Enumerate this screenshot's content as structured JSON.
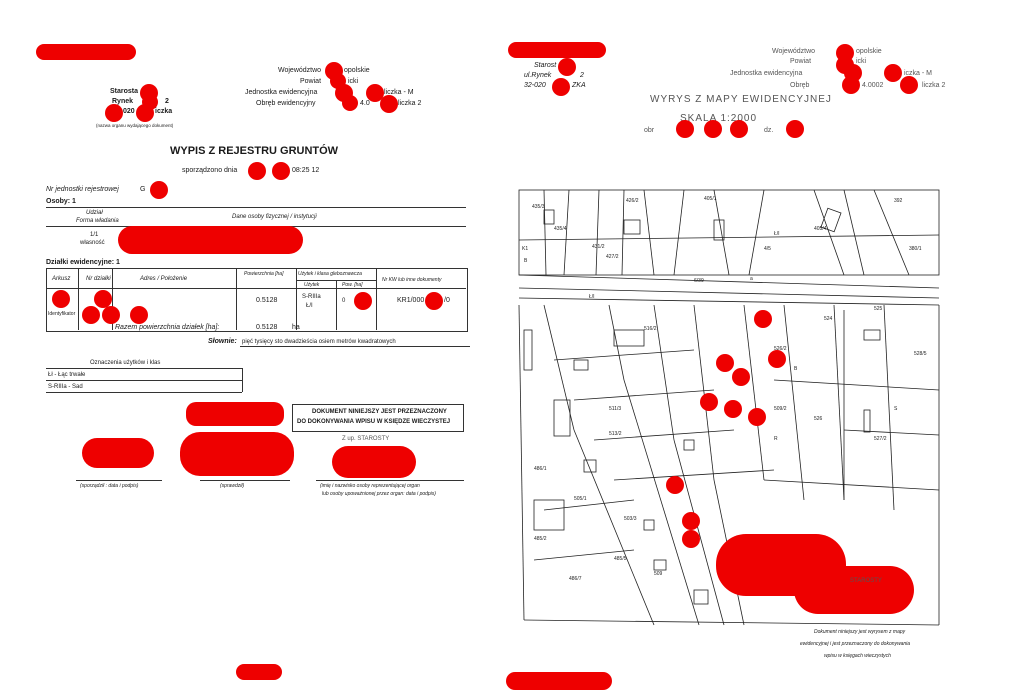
{
  "left": {
    "header_left": {
      "line1": "Starosta",
      "line2": "Rynek",
      "line3": "2",
      "line4": "020",
      "line5": "iczka",
      "small_note": "(nazwa organu wydającego dokument)"
    },
    "header_right": {
      "wojewodztwo": "Województwo",
      "wojewodztwo_suffix": "opolskie",
      "powiat": "Powiat",
      "powiat_suffix": "icki",
      "jednostka": "Jednostka ewidencyjna",
      "jednostka_suffix": "liczka - M",
      "obreb": "Obręb ewidencyjny",
      "obreb_mid": "4.0",
      "obreb_suffix": "liczka 2"
    },
    "title": "WYPIS Z REJESTRU GRUNTÓW",
    "date_label": "sporządzono dnia",
    "time": "08:25 12",
    "nr_jednostki": "Nr jednostki rejestrowej",
    "nr_jednostki_suffix": "G",
    "osoby": "Osoby: 1",
    "owner_cols": [
      "Udział",
      "Forma władania",
      "Dane osoby fizycznej / instytucji"
    ],
    "owner_row": {
      "share": "1/1",
      "form": "własność"
    },
    "dzialki": "Działki ewidencyjne: 1",
    "parcel_cols": [
      "Arkusz",
      "Nr działki",
      "Adres / Położenie",
      "Powierzchnia [ha]",
      "Użytek i klasa gleboznawcza",
      "Użytek",
      "Pow. [ha]",
      "Nr KW lub inne dokumenty"
    ],
    "parcel_row": {
      "ident": "Identyfikator",
      "area": "0.5128",
      "use1": "S-RIIIa",
      "use2": "Ł/I",
      "area2": "0",
      "kw": "KR1/000",
      "kw_suffix": "/0"
    },
    "total_label": "Razem powierzchnia działek [ha]:",
    "total_value": "0.5128",
    "total_unit": "ha",
    "slownie_label": "Słownie:",
    "slownie_value": "pięć tysięcy sto dwadzieścia osiem metrów kwadratowych",
    "legend_title": "Oznaczenia użytków i klas",
    "legend_items": [
      "Łł - Łąc trwałe",
      "S-RIIIa - Sad"
    ],
    "stamp_line1": "DOKUMENT NINIEJSZY JEST PRZEZNACZONY",
    "stamp_line2": "DO DOKONYWANIA WPISU W KSIĘDZE WIECZYSTEJ",
    "starosty": "Z up. STAROSTY",
    "sig_left": "(sporządził : data i podpis)",
    "sig_mid": "(sprawdził)",
    "sig_right1": "(imię i nazwisko osoby reprezentującej organ",
    "sig_right2": "lub osoby upoważnionej przez organ: data i podpis)"
  },
  "right": {
    "header_left": {
      "line1": "Starost",
      "line2": "ul.Rynek",
      "line2b": "2",
      "line3": "32-020",
      "line3b": "ZKA"
    },
    "header_right": {
      "wojewodztwo": "Województwo",
      "wojewodztwo_suffix": "opolskie",
      "powiat": "Powiat",
      "powiat_suffix": "icki",
      "jednostka": "Jednostka ewidencyjna",
      "jednostka_suffix": "iczka - M",
      "obreb": "Obręb",
      "obreb_mid": "4.0002",
      "obreb_suffix": "liczka 2"
    },
    "title": "WYRYS Z MAPY EWIDENCYJNEJ",
    "scale": "SKALA 1:2000",
    "obr": "obr",
    "obr_suffix": "dz.",
    "starosty": "STAROSTY",
    "note1": "Dokument niniejszy jest wyrysem z mapy",
    "note2": "ewidencyjnej i jest przeznaczony do dokonywania",
    "note3": "wpisu w księgach wieczystych"
  },
  "map_labels": [
    {
      "t": "435/3"
    },
    {
      "t": "426/2"
    },
    {
      "t": "435/4"
    },
    {
      "t": "405/1"
    },
    {
      "t": "392"
    },
    {
      "t": "431/2"
    },
    {
      "t": "427/2"
    },
    {
      "t": "Ł/I"
    },
    {
      "t": "4/5"
    },
    {
      "t": "380/1"
    },
    {
      "t": "K1"
    },
    {
      "t": "B"
    },
    {
      "t": "6/39"
    },
    {
      "t": "a"
    },
    {
      "t": "524"
    },
    {
      "t": "525"
    },
    {
      "t": "516/2"
    },
    {
      "t": "526/2"
    },
    {
      "t": "528/5"
    },
    {
      "t": "509/2"
    },
    {
      "t": "526"
    },
    {
      "t": "527/2"
    },
    {
      "t": "511/3"
    },
    {
      "t": "513/2"
    },
    {
      "t": "505/1"
    },
    {
      "t": "503/3"
    },
    {
      "t": "486/1"
    },
    {
      "t": "485/2"
    },
    {
      "t": "485/5"
    },
    {
      "t": "486/7"
    },
    {
      "t": "509"
    },
    {
      "t": "B"
    },
    {
      "t": "S"
    },
    {
      "t": "R"
    },
    {
      "t": "405/4"
    },
    {
      "t": "Ł/I"
    }
  ]
}
